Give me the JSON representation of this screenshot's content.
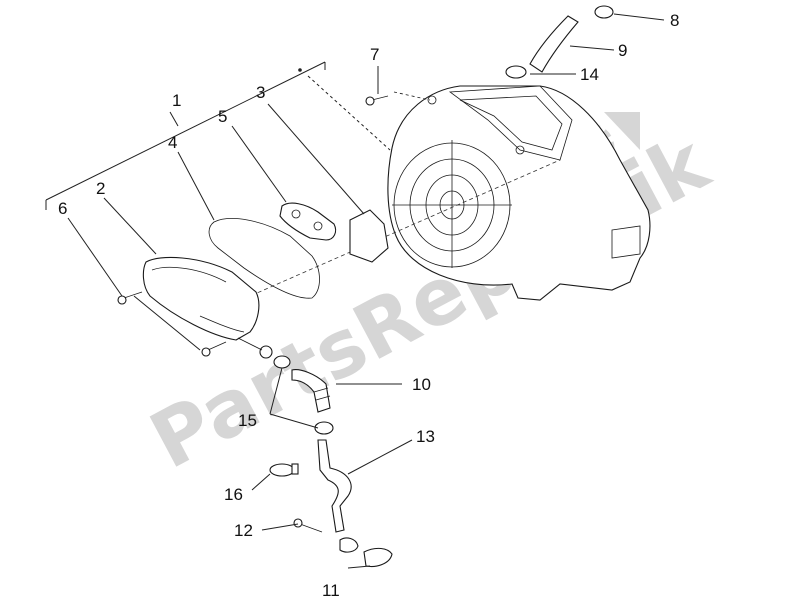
{
  "watermark": {
    "text": "PartsRepublik",
    "color": "#d4d4d4"
  },
  "callouts": [
    {
      "id": "1",
      "label": "1"
    },
    {
      "id": "2",
      "label": "2"
    },
    {
      "id": "3",
      "label": "3"
    },
    {
      "id": "4",
      "label": "4"
    },
    {
      "id": "5",
      "label": "5"
    },
    {
      "id": "6",
      "label": "6"
    },
    {
      "id": "7",
      "label": "7"
    },
    {
      "id": "8",
      "label": "8"
    },
    {
      "id": "9",
      "label": "9"
    },
    {
      "id": "10",
      "label": "10"
    },
    {
      "id": "11",
      "label": "11"
    },
    {
      "id": "12",
      "label": "12"
    },
    {
      "id": "13",
      "label": "13"
    },
    {
      "id": "14",
      "label": "14"
    },
    {
      "id": "15",
      "label": "15"
    },
    {
      "id": "16",
      "label": "16"
    }
  ],
  "colors": {
    "line": "#1a1a1a",
    "background": "#ffffff"
  },
  "icons": {
    "watermark_logo": "gear-icon"
  }
}
